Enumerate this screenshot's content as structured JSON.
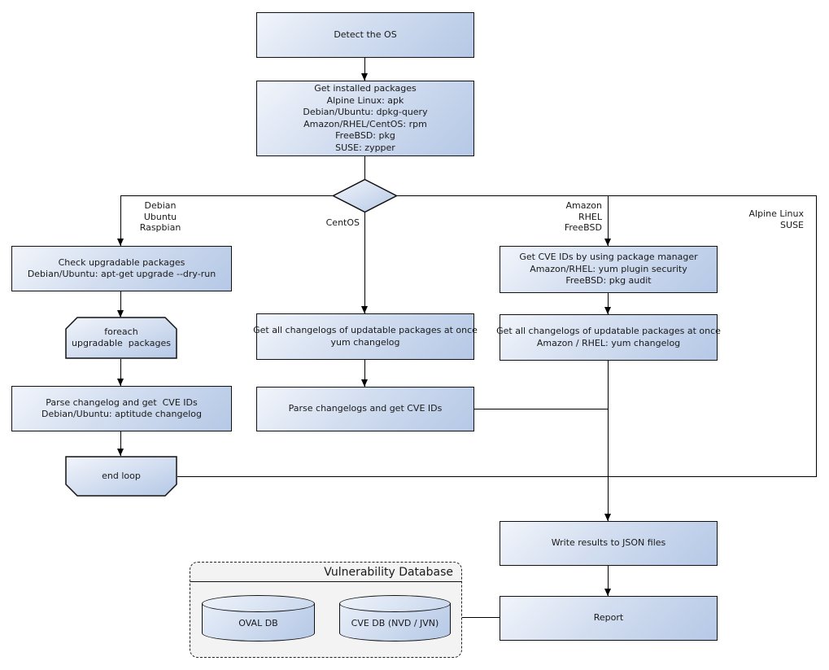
{
  "nodes": {
    "detect_os": "Detect the OS",
    "get_installed": "Get installed packages\nAlpine Linux: apk\nDebian/Ubuntu: dpkg-query\nAmazon/RHEL/CentOS: rpm\nFreeBSD: pkg\nSUSE: zypper",
    "check_upgradable": "Check upgradable packages\nDebian/Ubuntu: apt-get upgrade --dry-run",
    "foreach_loop": "foreach\nupgradable  packages",
    "parse_changelog": "Parse changelog and get  CVE IDs\nDebian/Ubuntu: aptitude changelog",
    "end_loop": "end loop",
    "centos_changelogs": "Get all changelogs of updatable packages at once\nyum changelog",
    "centos_parse": "Parse changelogs and get CVE IDs",
    "pkg_mgr_cve": "Get CVE IDs by using package manager\nAmazon/RHEL: yum plugin security\nFreeBSD: pkg audit",
    "amazon_changelogs": "Get all changelogs of updatable packages at once\nAmazon / RHEL: yum changelog",
    "write_results": "Write results to JSON files",
    "report": "Report"
  },
  "branch_labels": {
    "debian": "Debian\nUbuntu\nRaspbian",
    "centos": "CentOS",
    "amazon": "Amazon\nRHEL\nFreeBSD",
    "alpine": "Alpine Linux\nSUSE"
  },
  "database": {
    "title": "Vulnerability Database",
    "cylinders": [
      "OVAL DB",
      "CVE DB (NVD / JVN)"
    ]
  },
  "colors": {
    "node_fill_light": "#f2f5fb",
    "node_fill_dark": "#b5c8e6",
    "node_border": "#111111",
    "container_fill": "#f3f3f3",
    "line": "#000000"
  }
}
